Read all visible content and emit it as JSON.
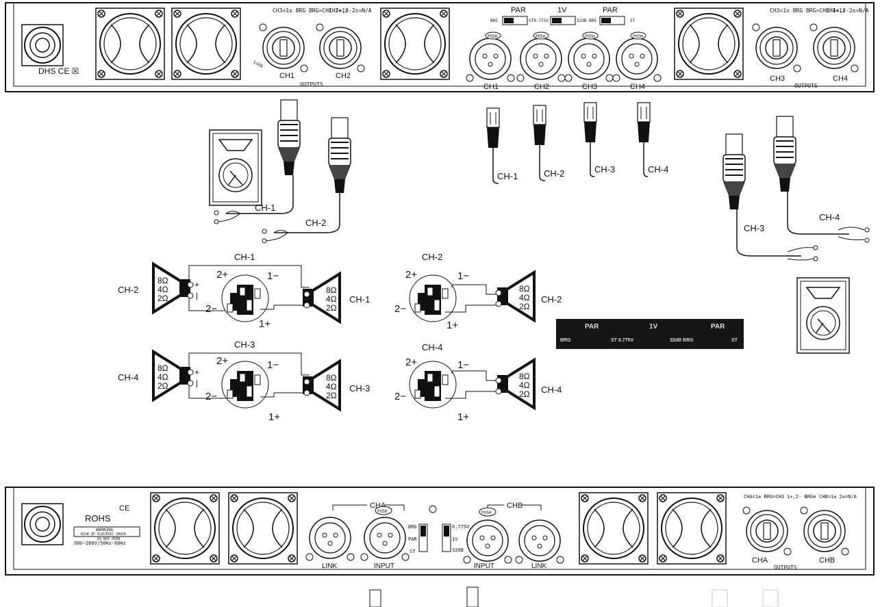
{
  "top_panel": {
    "brand_marks": "DHS CE ☒",
    "out_ch1_caption": "CH3=1± BRG BRG=CH1 1+,2-",
    "out_ch2_caption": "CH2=1± 2±=N/A",
    "out_ch3_caption": "CH3=1± BRG BRG=CH3 1+,2-",
    "out_ch4_caption": "CH4=1± 2±=N/A",
    "ch1": "CH1",
    "ch2": "CH2",
    "ch3": "CH3",
    "ch4": "CH4",
    "outputs": "OUTPUTS",
    "push": "PUSH",
    "lock": "Lock",
    "par": "PAR",
    "one_v": "1V",
    "brg": "BRG",
    "st": "ST",
    "st0775": "ST0.775V",
    "db32": "32dB BRG",
    "in_ch1": "CH1",
    "in_ch2": "CH2",
    "in_ch3": "CH3",
    "in_ch4": "CH4"
  },
  "cables": {
    "xlr_ch1": "CH-1",
    "xlr_ch2": "CH-2",
    "xlr_ch3": "CH-3",
    "xlr_ch4": "CH-4",
    "sp_ch1": "CH-1",
    "sp_ch2": "CH-2",
    "sp_ch3": "CH-3",
    "sp_ch4": "CH-4"
  },
  "wiring": {
    "ohm8": "8Ω",
    "ohm4": "4Ω",
    "ohm2": "2Ω",
    "p2plus": "2+",
    "p2minus": "2−",
    "p1plus": "1+",
    "p1minus": "1−",
    "w1_top": "CH-1",
    "w1_left": "CH-2",
    "w1_right": "CH-1",
    "w2_top": "CH-2",
    "w2_right": "CH-2",
    "w3_top": "CH-3",
    "w3_left": "CH-4",
    "w3_right": "CH-3",
    "w4_top": "CH-4",
    "w4_right": "CH-4"
  },
  "switch_panel": {
    "par_left": "PAR",
    "one_v": "1V",
    "par_right": "PAR",
    "brg_left": "BRG",
    "st_0775": "ST 0.775V",
    "db32_brg": "32dB BRG",
    "st_right": "ST"
  },
  "bottom_panel": {
    "rohs": "ROHS",
    "ce": "CE",
    "warning": "WARNING",
    "warning_sub": "RISK OF ELECTRIC SHOCK",
    "warning_sub2": "DO NOT OPEN",
    "voltage": "90V~260V/50Hz-60Hz",
    "cha": "CHA",
    "chb": "CHB",
    "link": "LINK",
    "input": "INPUT",
    "push": "PUSH",
    "brg": "BRG",
    "par": "PAR",
    "st": "ST",
    "v0775": "0.775V",
    "one_v": "1V",
    "db32": "32dB",
    "out_cha_caption": "CHA=1± BRG=CH3 1+,2- BRG⊗",
    "out_chb_caption": "CHB=1± 2±=N/A",
    "out_cha": "CHA",
    "out_chb": "CHB",
    "outputs": "OUTPUTS"
  },
  "colors": {
    "ink": "#111111",
    "panel_dark": "#151515",
    "background": "#ffffff"
  }
}
